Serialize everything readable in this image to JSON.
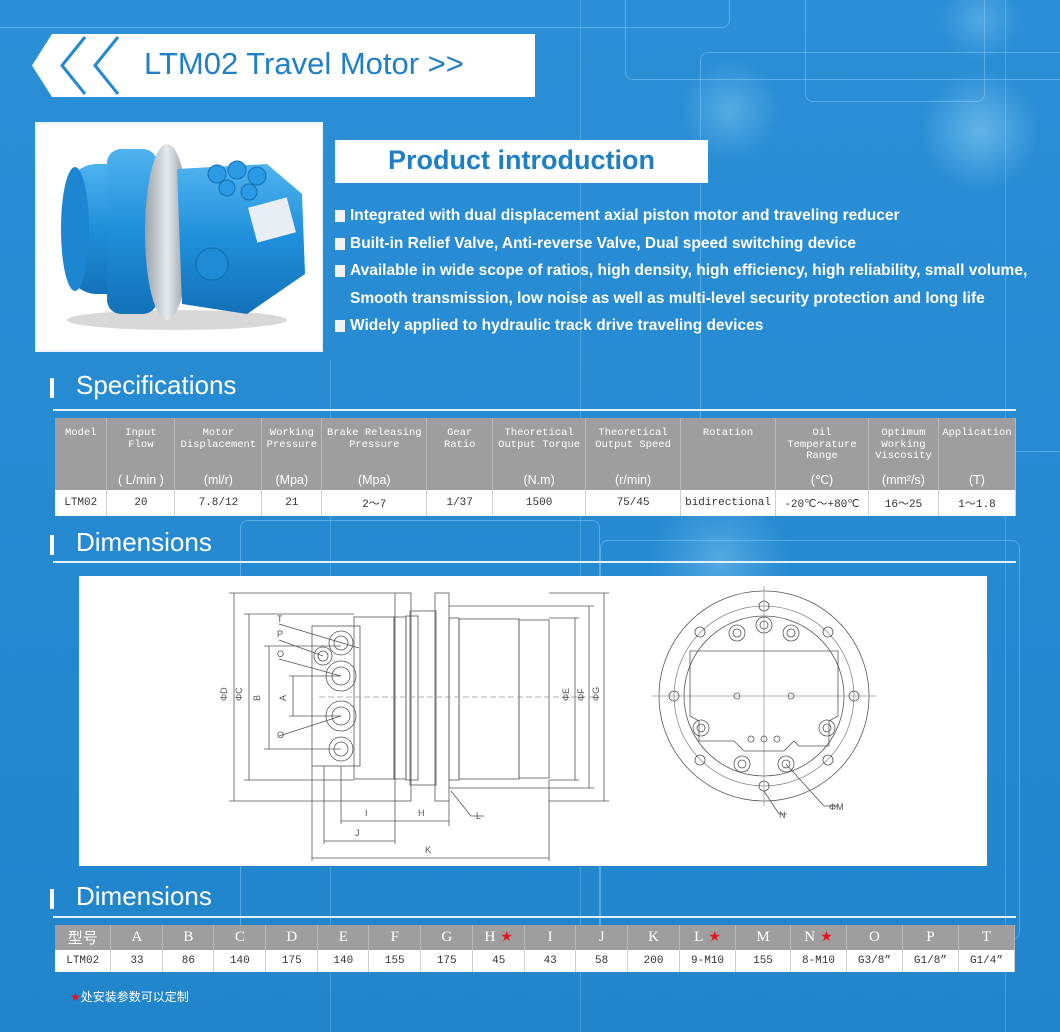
{
  "header": {
    "title": "LTM02 Travel Motor >>"
  },
  "product_image": {
    "alt": "Blue LTM02 travel motor",
    "icon": "product-photo"
  },
  "intro": {
    "title": "Product introduction",
    "bullets": [
      "Integrated with dual displacement axial piston motor and traveling reducer",
      "Built-in Relief Valve, Anti-reverse Valve,  Dual speed switching device",
      "Available in wide scope of ratios, high density, high efficiency, high reliability, small volume,\nSmooth transmission, low noise as well as multi-level security protection and long life",
      "Widely applied to hydraulic track drive traveling devices"
    ]
  },
  "specifications": {
    "heading": "Specifications",
    "columns": [
      {
        "name": "Model",
        "unit": ""
      },
      {
        "name": "Input Flow",
        "unit": "( L/min )"
      },
      {
        "name": "Motor\nDisplacement",
        "unit": "(ml/r)"
      },
      {
        "name": "Working\nPressure",
        "unit": "(Mpa)"
      },
      {
        "name": "Brake Releasing\nPressure",
        "unit": "(Mpa)"
      },
      {
        "name": "Gear\nRatio",
        "unit": ""
      },
      {
        "name": "Theoretical\nOutput Torque",
        "unit": "(N.m)"
      },
      {
        "name": "Theoretical\nOutput Speed",
        "unit": "(r/min)"
      },
      {
        "name": "Rotation",
        "unit": ""
      },
      {
        "name": "Oil\nTemperature\nRange",
        "unit": "(℃)"
      },
      {
        "name": "Optimum\nWorking\nViscosity",
        "unit": "(mm²/s)"
      },
      {
        "name": "Application",
        "unit": "(T)"
      }
    ],
    "rows": [
      [
        "LTM02",
        "20",
        "7.8/12",
        "21",
        "2～7",
        "1/37",
        "1500",
        "75/45",
        "bidirectional",
        "-20℃～+80℃",
        "16～25",
        "1～1.8"
      ]
    ]
  },
  "dimensions_drawing": {
    "heading": "Dimensions",
    "side_view_labels": [
      "ΦD",
      "ΦC",
      "B",
      "A",
      "T",
      "P",
      "O",
      "O",
      "ΦE",
      "ΦF",
      "ΦG",
      "I",
      "H",
      "J",
      "K",
      "L"
    ],
    "front_view_labels": [
      "N",
      "ΦM"
    ]
  },
  "dimensions_table": {
    "heading": "Dimensions",
    "columns": [
      {
        "name": "型号",
        "star": false
      },
      {
        "name": "A",
        "star": false
      },
      {
        "name": "B",
        "star": false
      },
      {
        "name": "C",
        "star": false
      },
      {
        "name": "D",
        "star": false
      },
      {
        "name": "E",
        "star": false
      },
      {
        "name": "F",
        "star": false
      },
      {
        "name": "G",
        "star": false
      },
      {
        "name": "H",
        "star": true
      },
      {
        "name": "I",
        "star": false
      },
      {
        "name": "J",
        "star": false
      },
      {
        "name": "K",
        "star": false
      },
      {
        "name": "L",
        "star": true
      },
      {
        "name": "M",
        "star": false
      },
      {
        "name": "N",
        "star": true
      },
      {
        "name": "O",
        "star": false
      },
      {
        "name": "P",
        "star": false
      },
      {
        "name": "T",
        "star": false
      }
    ],
    "rows": [
      [
        "LTM02",
        "33",
        "86",
        "140",
        "175",
        "140",
        "155",
        "175",
        "45",
        "43",
        "58",
        "200",
        "9-M10",
        "155",
        "8-M10",
        "G3/8”",
        "G1/8”",
        "G1/4”"
      ]
    ],
    "star_glyph": "★"
  },
  "footnote": {
    "star": "★",
    "text": "处安装参数可以定制"
  },
  "colors": {
    "background": "#2589cf",
    "title_blue": "#1f80c6",
    "table_header_gray": "#9e9e9e",
    "star_red": "#e6141b"
  }
}
